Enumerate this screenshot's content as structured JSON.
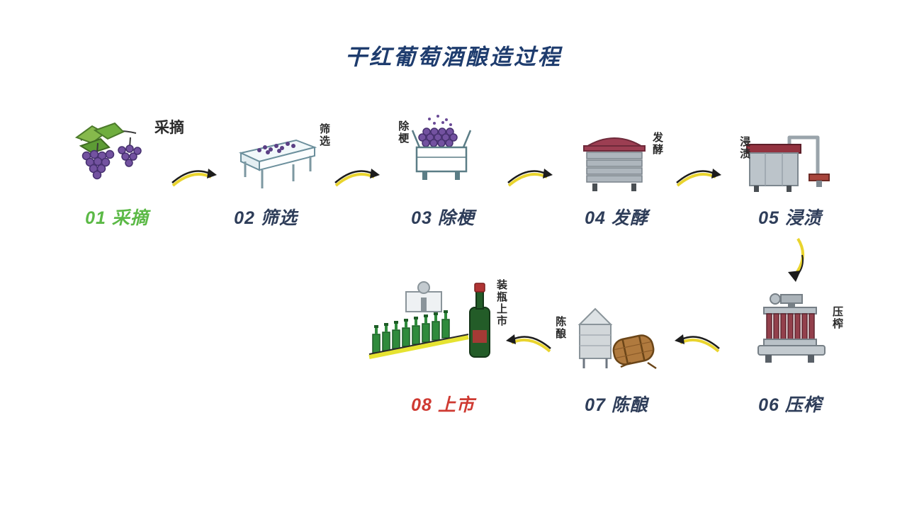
{
  "page": {
    "title": "干红葡萄酒酿造过程"
  },
  "colors": {
    "title": "#1e3c6e",
    "step_default": "#2e3d59",
    "step_first": "#5bb946",
    "step_last": "#cf3a32",
    "arrow_yellow": "#e9d42e",
    "arrow_black": "#1c1c1c"
  },
  "steps": [
    {
      "label": "01 采摘",
      "sketch": "采摘",
      "color": "#5bb946"
    },
    {
      "label": "02 筛选",
      "sketch": "筛选",
      "color": "#2e3d59"
    },
    {
      "label": "03 除梗",
      "sketch": "除梗",
      "color": "#2e3d59"
    },
    {
      "label": "04 发酵",
      "sketch": "发酵",
      "color": "#2e3d59"
    },
    {
      "label": "05 浸渍",
      "sketch": "浸渍",
      "color": "#2e3d59"
    },
    {
      "label": "06 压榨",
      "sketch": "压榨",
      "color": "#2e3d59"
    },
    {
      "label": "07 陈酿",
      "sketch": "陈酿",
      "color": "#2e3d59"
    },
    {
      "label": "08 上市",
      "sketch": "装瓶上市",
      "color": "#cf3a32"
    }
  ]
}
